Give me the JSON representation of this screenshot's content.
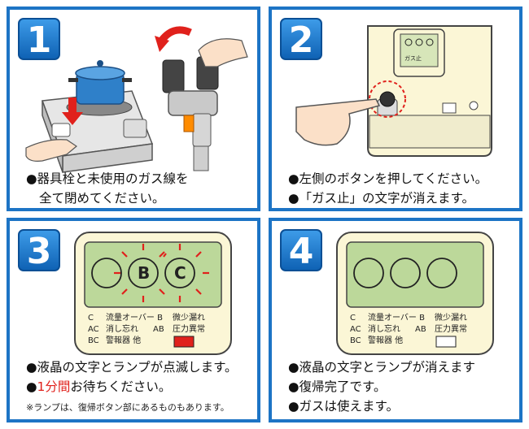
{
  "steps": [
    {
      "number": "1",
      "lines": [
        "●器具栓と未使用のガス線を",
        "全て閉めてください。"
      ]
    },
    {
      "number": "2",
      "display_label": "ガス止",
      "lines": [
        "●左側のボタンを押してください。",
        "●「ガス止」の文字が消えます。"
      ]
    },
    {
      "number": "3",
      "lamp_letters": [
        "B",
        "C"
      ],
      "legend": [
        [
          "C",
          "流量オーバー B",
          "微少漏れ"
        ],
        [
          "AC",
          "消し忘れ",
          "AB",
          "圧力異常"
        ],
        [
          "BC",
          "警報器 他"
        ]
      ],
      "lines": [
        {
          "bullet": "●",
          "text": "液晶の文字とランプが点滅します。"
        },
        {
          "bullet": "●",
          "highlight": "1分間",
          "text": "お待ちください。"
        }
      ],
      "note": "※ランプは、復帰ボタン部にあるものもあります。",
      "colors": {
        "highlight": "#e0211c",
        "lamp": "#e0211c"
      }
    },
    {
      "number": "4",
      "legend": [
        [
          "C",
          "流量オーバー B",
          "微少漏れ"
        ],
        [
          "AC",
          "消し忘れ",
          "AB",
          "圧力異常"
        ],
        [
          "BC",
          "警報器 他"
        ]
      ],
      "lines": [
        "●液晶の文字とランプが消えます",
        "●復帰完了です。",
        "●ガスは使えます。"
      ]
    }
  ],
  "colors": {
    "border": "#1d74c5",
    "lcd": "#bcd89a",
    "meter_body": "#fbf6d6"
  }
}
